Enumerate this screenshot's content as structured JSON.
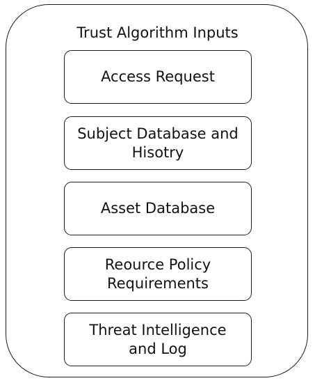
{
  "diagram": {
    "title": "Trust Algorithm Inputs",
    "inputs": [
      {
        "line1": "Access Request",
        "line2": ""
      },
      {
        "line1": "Subject Database and",
        "line2": "Hisotry"
      },
      {
        "line1": "Asset Database",
        "line2": ""
      },
      {
        "line1": "Reource Policy",
        "line2": "Requirements"
      },
      {
        "line1": "Threat Intelligence",
        "line2": "and Log"
      }
    ]
  }
}
